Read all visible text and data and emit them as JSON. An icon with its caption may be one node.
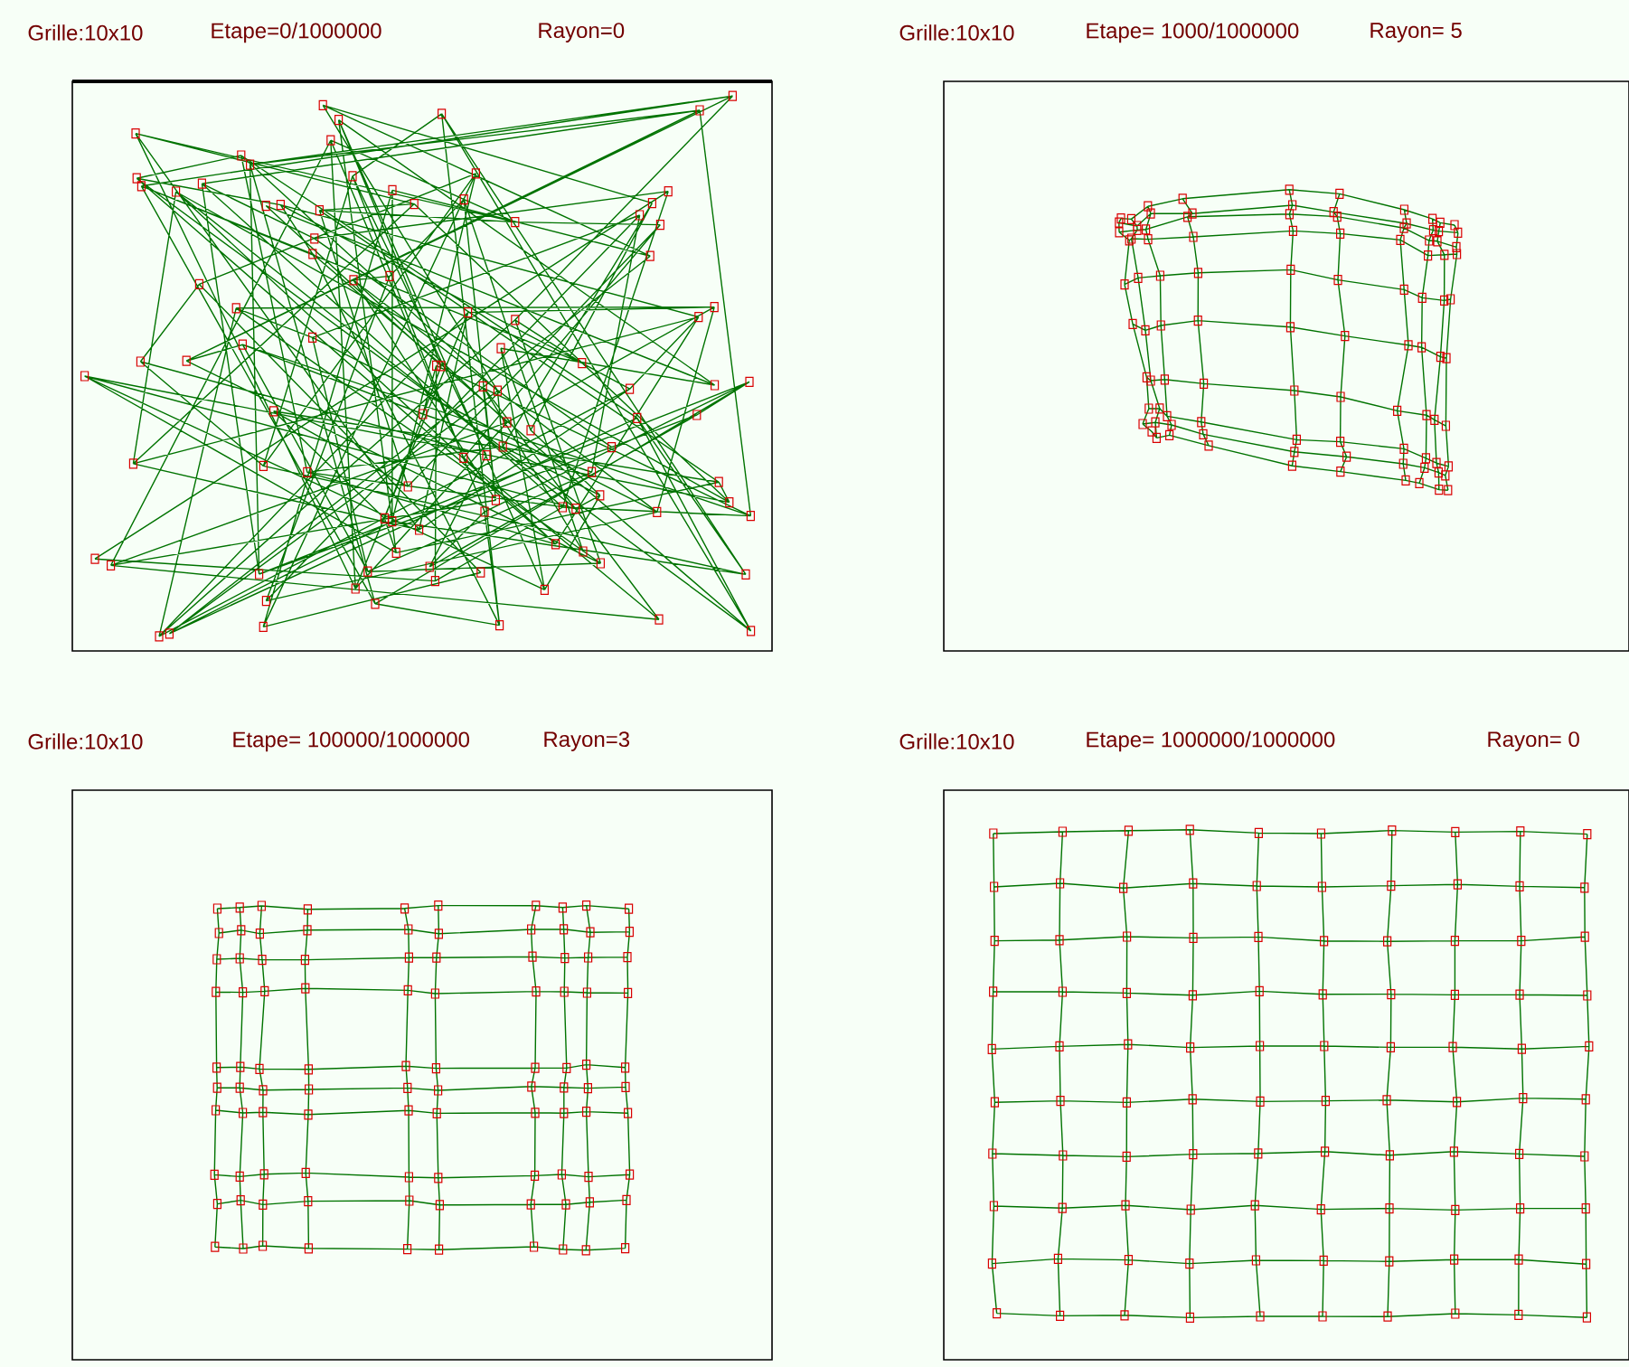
{
  "diagram": {
    "labels": [
      "Grille:10x10",
      "Etape=0/1000000",
      "Rayon=0",
      "Grille:10x10",
      "Etape= 1000/1000000",
      "Rayon= 5",
      "Grille:10x10",
      "Etape= 100000/1000000",
      "Rayon=3",
      "Grille:10x10",
      "Etape= 1000000/1000000",
      "Rayon= 0"
    ]
  }
}
